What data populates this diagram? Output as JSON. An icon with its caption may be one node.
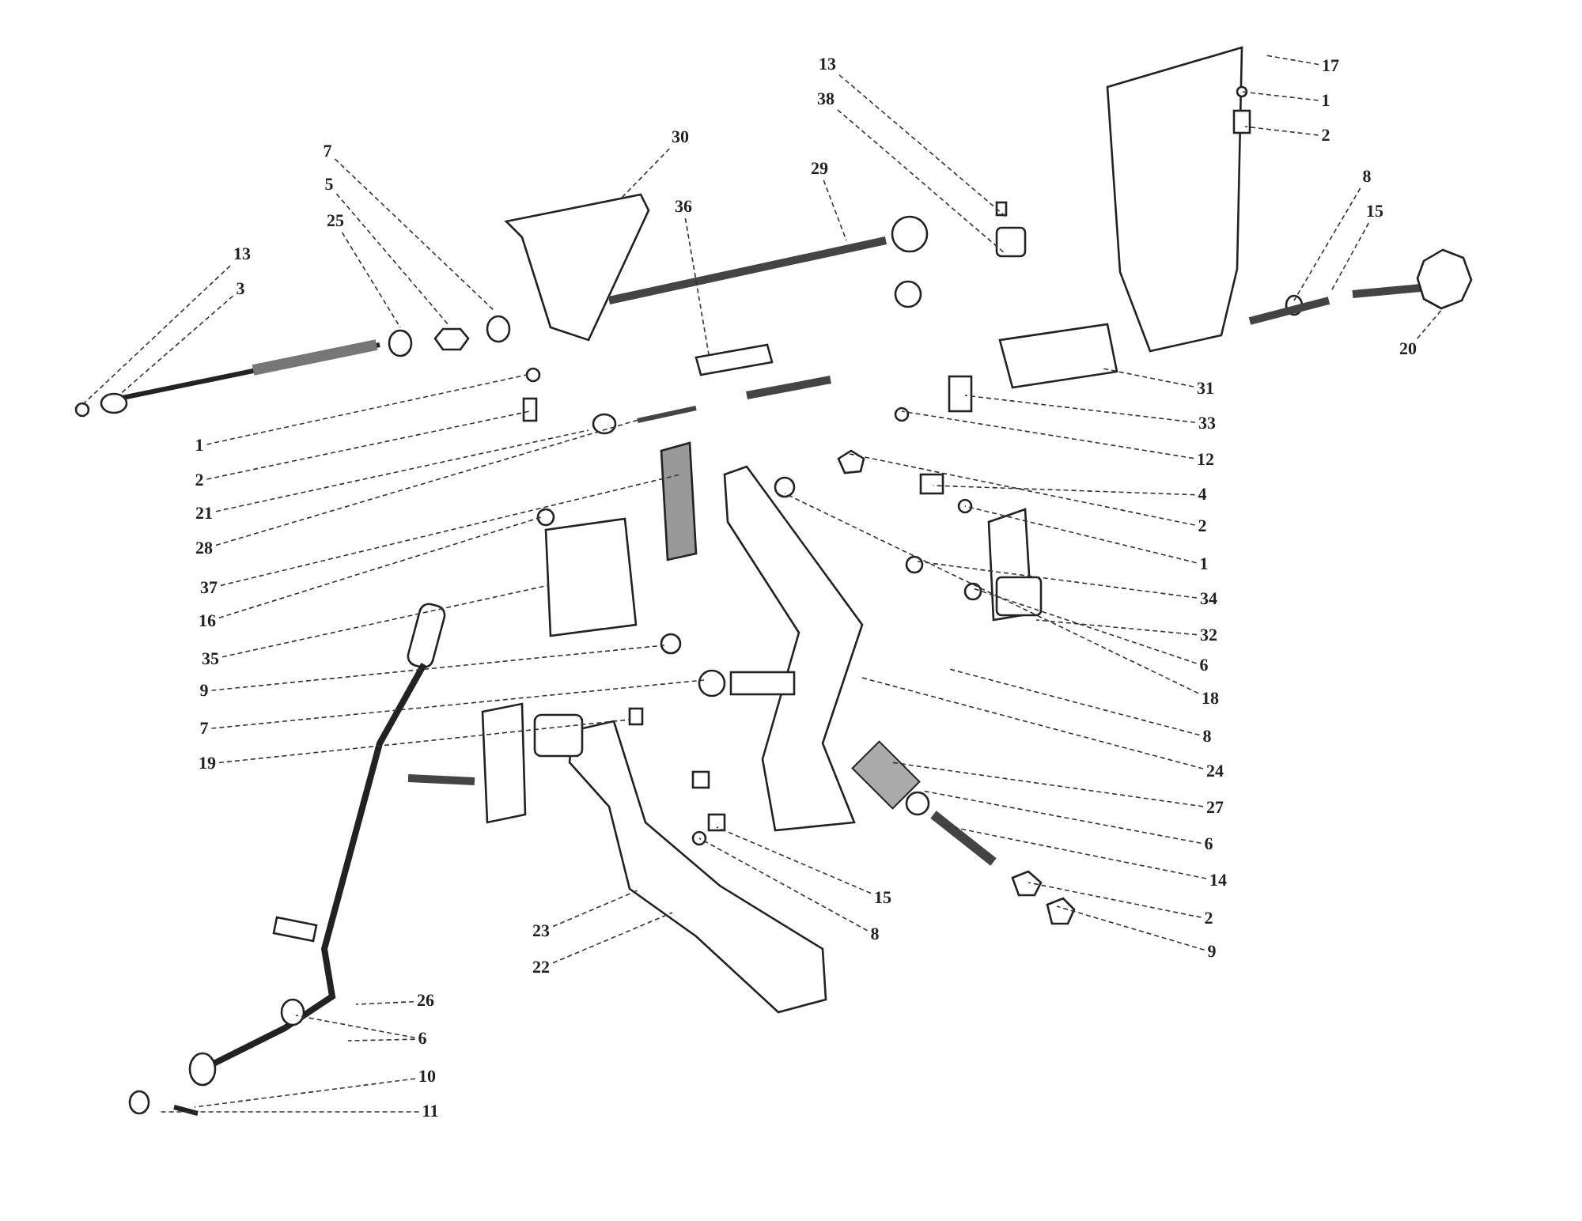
{
  "diagram": {
    "nodes": [
      {
        "text": [
          "7"
        ]
      },
      {
        "text": [
          "5"
        ]
      },
      {
        "text": [
          "25"
        ]
      },
      {
        "text": [
          "13"
        ]
      },
      {
        "text": [
          "3"
        ]
      },
      {
        "text": [
          "30"
        ]
      },
      {
        "text": [
          "36"
        ]
      },
      {
        "text": [
          "29"
        ]
      },
      {
        "text": [
          "13"
        ]
      },
      {
        "text": [
          "38"
        ]
      },
      {
        "text": [
          "17"
        ]
      },
      {
        "text": [
          "1"
        ]
      },
      {
        "text": [
          "2"
        ]
      },
      {
        "text": [
          "8"
        ]
      },
      {
        "text": [
          "15"
        ]
      },
      {
        "text": [
          "20"
        ]
      },
      {
        "text": [
          "31"
        ]
      },
      {
        "text": [
          "33"
        ]
      },
      {
        "text": [
          "12"
        ]
      },
      {
        "text": [
          "1"
        ]
      },
      {
        "text": [
          "2"
        ]
      },
      {
        "text": [
          "21"
        ]
      },
      {
        "text": [
          "28"
        ]
      },
      {
        "text": [
          "37"
        ]
      },
      {
        "text": [
          "16"
        ]
      },
      {
        "text": [
          "35"
        ]
      },
      {
        "text": [
          "9"
        ]
      },
      {
        "text": [
          "7"
        ]
      },
      {
        "text": [
          "19"
        ]
      },
      {
        "text": [
          "4"
        ]
      },
      {
        "text": [
          "2"
        ]
      },
      {
        "text": [
          "1"
        ]
      },
      {
        "text": [
          "34"
        ]
      },
      {
        "text": [
          "32"
        ]
      },
      {
        "text": [
          "6"
        ]
      },
      {
        "text": [
          "18"
        ]
      },
      {
        "text": [
          "8"
        ]
      },
      {
        "text": [
          "24"
        ]
      },
      {
        "text": [
          "27"
        ]
      },
      {
        "text": [
          "6"
        ]
      },
      {
        "text": [
          "14"
        ]
      },
      {
        "text": [
          "2"
        ]
      },
      {
        "text": [
          "9"
        ]
      },
      {
        "text": [
          "15"
        ]
      },
      {
        "text": [
          "23"
        ]
      },
      {
        "text": [
          "8"
        ]
      },
      {
        "text": [
          "22"
        ]
      },
      {
        "text": [
          "26"
        ]
      },
      {
        "text": [
          "6"
        ]
      },
      {
        "text": [
          "10"
        ]
      },
      {
        "text": [
          "11"
        ]
      }
    ],
    "edges": [
      {
        "from": 0,
        "to": null,
        "arrow": "none"
      },
      {
        "from": 1,
        "to": null,
        "arrow": "none"
      },
      {
        "from": 2,
        "to": null,
        "arrow": "none"
      },
      {
        "from": 3,
        "to": null,
        "arrow": "none"
      },
      {
        "from": 4,
        "to": null,
        "arrow": "none"
      },
      {
        "from": 5,
        "to": null,
        "arrow": "none"
      },
      {
        "from": 6,
        "to": null,
        "arrow": "none"
      },
      {
        "from": 7,
        "to": null,
        "arrow": "none"
      },
      {
        "from": 8,
        "to": null,
        "arrow": "none"
      },
      {
        "from": 9,
        "to": null,
        "arrow": "none"
      },
      {
        "from": 10,
        "to": null,
        "arrow": "none"
      },
      {
        "from": 11,
        "to": null,
        "arrow": "none"
      },
      {
        "from": 12,
        "to": null,
        "arrow": "none"
      },
      {
        "from": 13,
        "to": null,
        "arrow": "none"
      },
      {
        "from": 14,
        "to": null,
        "arrow": "none"
      },
      {
        "from": 15,
        "to": null,
        "arrow": "none"
      },
      {
        "from": 16,
        "to": null,
        "arrow": "none"
      },
      {
        "from": 17,
        "to": null,
        "arrow": "none"
      },
      {
        "from": 18,
        "to": null,
        "arrow": "none"
      },
      {
        "from": 19,
        "to": null,
        "arrow": "none"
      },
      {
        "from": 20,
        "to": null,
        "arrow": "none"
      },
      {
        "from": 21,
        "to": null,
        "arrow": "none"
      },
      {
        "from": 22,
        "to": null,
        "arrow": "none"
      },
      {
        "from": 23,
        "to": null,
        "arrow": "none"
      },
      {
        "from": 24,
        "to": null,
        "arrow": "none"
      },
      {
        "from": 25,
        "to": null,
        "arrow": "none"
      },
      {
        "from": 26,
        "to": null,
        "arrow": "none"
      },
      {
        "from": 27,
        "to": null,
        "arrow": "none"
      },
      {
        "from": 28,
        "to": null,
        "arrow": "none"
      },
      {
        "from": 29,
        "to": null,
        "arrow": "none"
      },
      {
        "from": 30,
        "to": null,
        "arrow": "none"
      },
      {
        "from": 31,
        "to": null,
        "arrow": "none"
      },
      {
        "from": 32,
        "to": null,
        "arrow": "none"
      },
      {
        "from": 33,
        "to": null,
        "arrow": "none"
      },
      {
        "from": 34,
        "to": null,
        "arrow": "none"
      },
      {
        "from": 35,
        "to": null,
        "arrow": "none"
      },
      {
        "from": 36,
        "to": null,
        "arrow": "none"
      },
      {
        "from": 37,
        "to": null,
        "arrow": "none"
      },
      {
        "from": 38,
        "to": null,
        "arrow": "none"
      },
      {
        "from": 39,
        "to": null,
        "arrow": "none"
      },
      {
        "from": 40,
        "to": null,
        "arrow": "none"
      },
      {
        "from": 41,
        "to": null,
        "arrow": "none"
      },
      {
        "from": 42,
        "to": null,
        "arrow": "none"
      },
      {
        "from": 43,
        "to": null,
        "arrow": "none"
      },
      {
        "from": 44,
        "to": null,
        "arrow": "none"
      },
      {
        "from": 45,
        "to": null,
        "arrow": "none"
      },
      {
        "from": 46,
        "to": null,
        "arrow": "none"
      },
      {
        "from": 47,
        "to": null,
        "arrow": "none"
      },
      {
        "from": 48,
        "to": null,
        "arrow": "none"
      },
      {
        "from": 49,
        "to": null,
        "arrow": "none"
      },
      {
        "from": 50,
        "to": null,
        "arrow": "none"
      },
      {
        "from": 48,
        "to": null,
        "arrow": "none"
      }
    ]
  }
}
